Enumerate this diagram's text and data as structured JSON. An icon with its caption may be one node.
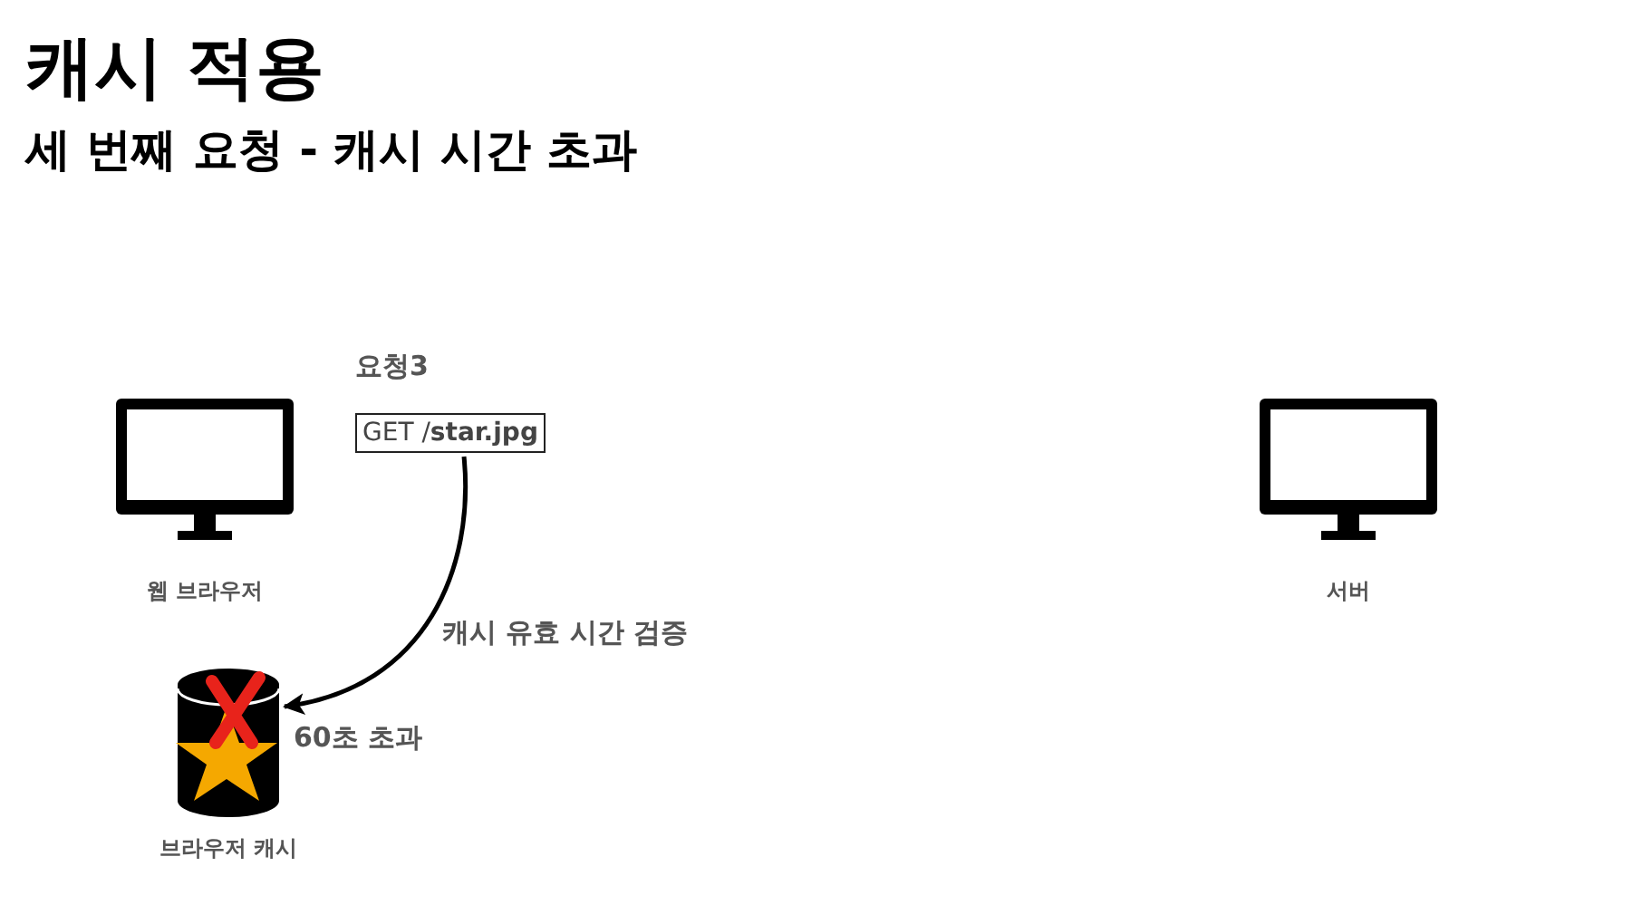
{
  "diagram": {
    "title": "캐시 적용",
    "nodes": [
      {
        "text": [
          "웹 브라우저"
        ]
      },
      {
        "text": [
          "요청3",
          "GET /**star.jpg**"
        ]
      },
      {
        "text": [
          "브라우저 캐시"
        ],
        "beside": [
          "60초 초과"
        ]
      },
      {
        "text": [
          "서버"
        ]
      }
    ],
    "edges": [
      {
        "from": 1,
        "to": 2,
        "arrow": "to",
        "label": "캐시 유효 시간 검증"
      }
    ],
    "labels": [
      "세 번째 요청 - 캐시 시간 초과"
    ]
  }
}
